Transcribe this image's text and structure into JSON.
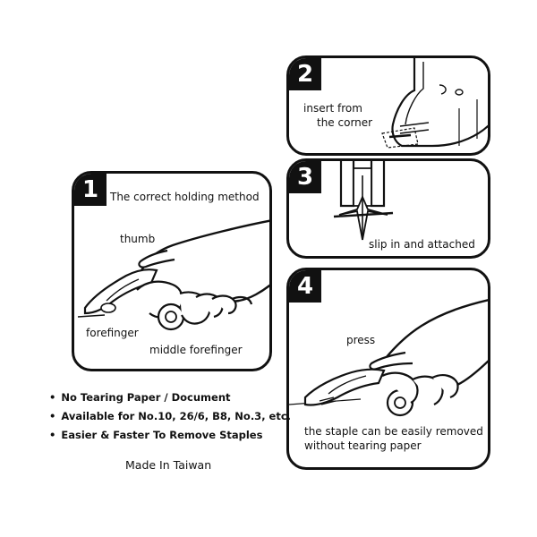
{
  "step1": {
    "number": "1",
    "title": "The correct holding method",
    "label_thumb": "thumb",
    "label_forefinger": "forefinger",
    "label_middle": "middle forefinger"
  },
  "step2": {
    "number": "2",
    "line1": "insert  from",
    "line2": "the  corner"
  },
  "step3": {
    "number": "3",
    "caption": "slip in and attached"
  },
  "step4": {
    "number": "4",
    "label_press": "press",
    "line1": "the staple can be easily removed",
    "line2": "without tearing paper"
  },
  "features": [
    "No Tearing Paper / Document",
    "Available for No.10, 26/6, B8, No.3, etc.",
    "Easier & Faster To Remove Staples"
  ],
  "made_in": "Made In Taiwan"
}
